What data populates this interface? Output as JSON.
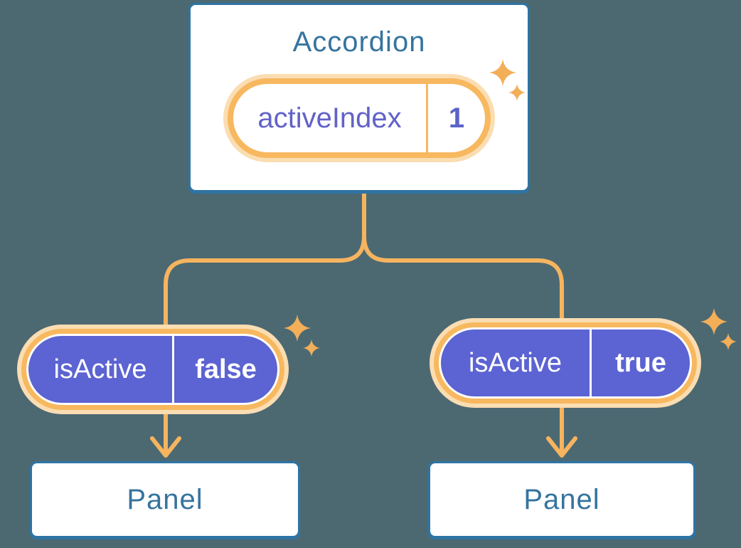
{
  "diagram": {
    "root": {
      "title": "Accordion",
      "state_pill": {
        "label": "activeIndex",
        "value": "1"
      }
    },
    "children": [
      {
        "prop_pill": {
          "label": "isActive",
          "value": "false"
        },
        "panel_title": "Panel"
      },
      {
        "prop_pill": {
          "label": "isActive",
          "value": "true"
        },
        "panel_title": "Panel"
      }
    ]
  },
  "icons": {
    "sparkle": "✦"
  },
  "colors": {
    "background": "#4C6972",
    "card_border_blue": "#2E74A4",
    "card_text_blue": "#35749E",
    "connector_orange": "#F6B45F",
    "pill_border_orange": "#F7B85F",
    "pill_glow_peach": "#FBDDB2",
    "state_text_purple": "#6262C8",
    "prop_pill_purple": "#5C63D2",
    "prop_pill_text": "#FFFFFF",
    "sparkle_orange": "#F3AE58"
  }
}
